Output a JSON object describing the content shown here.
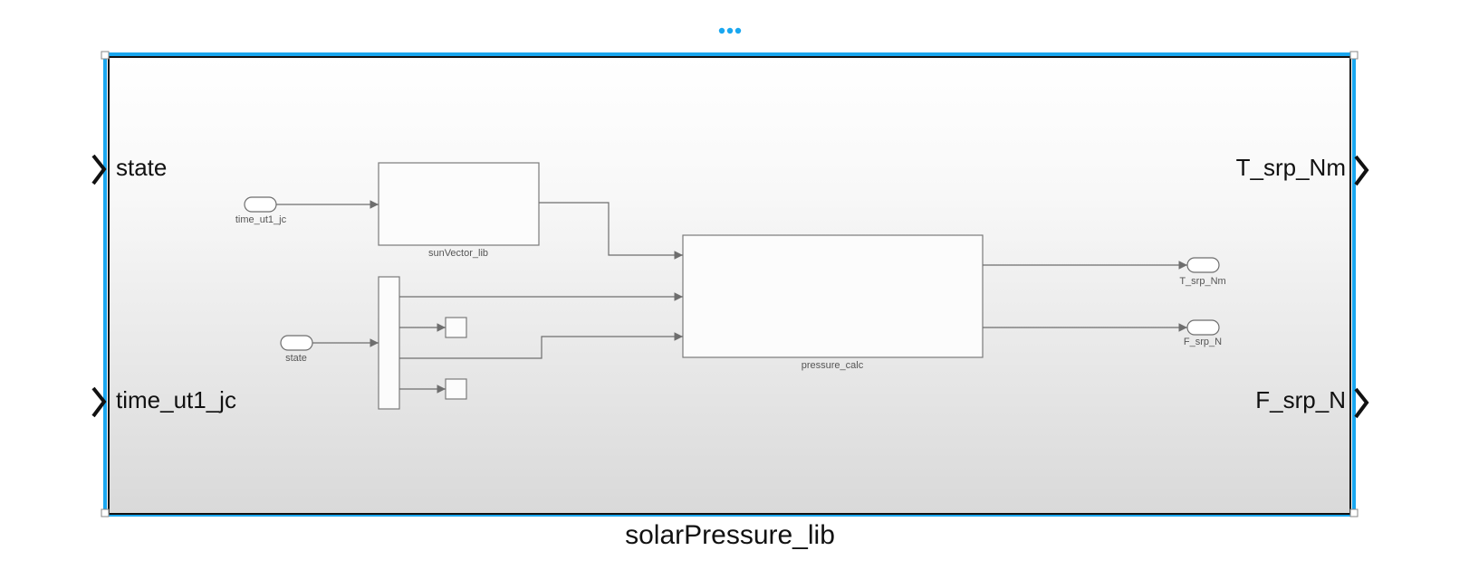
{
  "subsystem": {
    "name": "solarPressure_lib",
    "inputs": [
      "state",
      "time_ut1_jc"
    ],
    "outputs": [
      "T_srp_Nm",
      "F_srp_N"
    ]
  },
  "inner": {
    "from_blocks": [
      "time_ut1_jc",
      "state"
    ],
    "blocks": [
      "sunVector_lib",
      "pressure_calc"
    ],
    "goto_blocks": [
      "T_srp_Nm",
      "F_srp_N"
    ]
  },
  "colors": {
    "selection": "#1aa7f0",
    "frame": "#111111",
    "wire": "#6e6e6e"
  }
}
